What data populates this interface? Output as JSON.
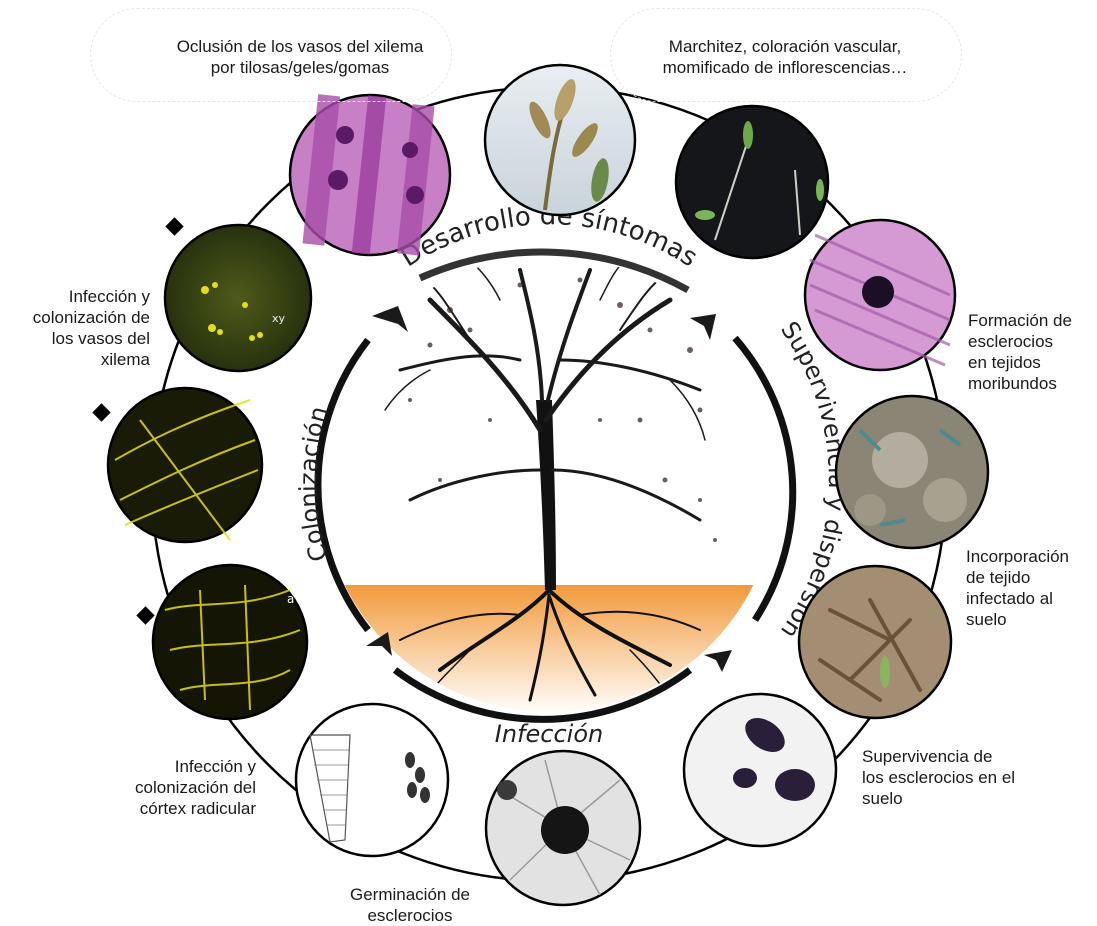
{
  "phases": {
    "symptoms": "Desarrollo de síntomas",
    "survival": "Supervivencia y dispersión",
    "infection": "Infección",
    "colonization": "Colonización"
  },
  "captions": {
    "xylem_occlusion": "Oclusión de los vasos del xilema\npor tilosas/geles/gomas",
    "wilting": "Marchitez, coloración vascular,\nmomificado de inflorescencias…",
    "sclerotia_formation": "Formación de\nesclerocios\nen tejidos\nmoribundos",
    "soil_incorporation": "Incorporación\nde tejido\ninfectado al\nsuelo",
    "sclerotia_survival": "Supervivencia de\nlos esclerocios en el\nsuelo",
    "germination": "Germinación de\nesclerocios",
    "root_cortex": "Infección y\ncolonización del\ncórtex radicular",
    "xylem_colonization": "Infección y\ncolonización de\nlos vasos del\nxilema"
  },
  "micrograph_labels": {
    "xylem": "xy",
    "panel_a": "a"
  },
  "colors": {
    "ring": "#000000",
    "soil_orange": "#f4a24a",
    "fluorescence": "#e5e010",
    "stain_purple": "#b05ab0"
  }
}
